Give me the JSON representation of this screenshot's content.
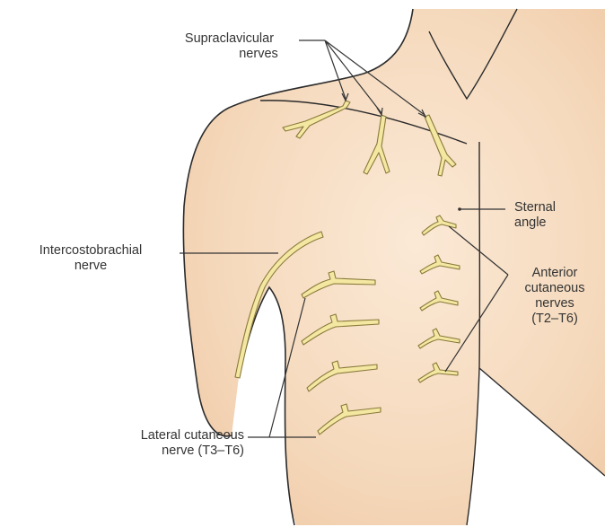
{
  "labels": {
    "supraclavicular": [
      "Supraclavicular",
      "nerves"
    ],
    "intercostobrachial": [
      "Intercostobrachial",
      "nerve"
    ],
    "sternal_angle": [
      "Sternal",
      "angle"
    ],
    "anterior_cutaneous": [
      "Anterior",
      "cutaneous",
      "nerves",
      "(T2–T6)"
    ],
    "lateral_cutaneous": [
      "Lateral cutaneous",
      "nerve (T3–T6)"
    ]
  },
  "colors": {
    "skin": "#f6dcc0",
    "skin_shade": "#efc9a4",
    "outline": "#2a2a2a",
    "nerve_fill": "#f3e7a2",
    "nerve_edge": "#8a7a3a",
    "leader": "#333333"
  }
}
